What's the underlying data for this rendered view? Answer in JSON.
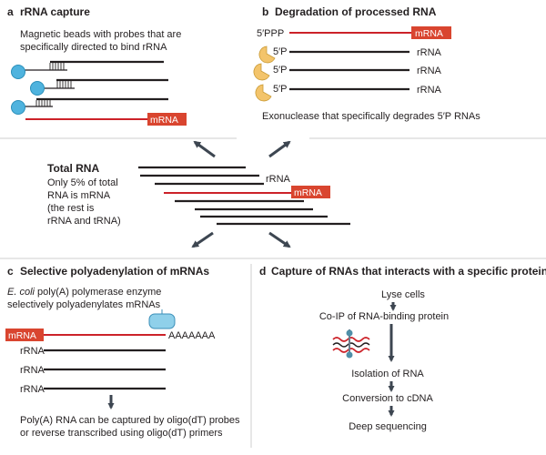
{
  "panel_a": {
    "letter": "a",
    "title": "rRNA capture",
    "caption_line1": "Magnetic beads with probes that are",
    "caption_line2": "specifically directed to bind rRNA",
    "mrna_tag": "mRNA"
  },
  "panel_b": {
    "letter": "b",
    "title": "Degradation of processed RNA",
    "ppp_label": "5′PPP",
    "p_label": "5′P",
    "mrna_tag": "mRNA",
    "rrna_label": "rRNA",
    "caption": "Exonuclease that specifically degrades 5′P RNAs"
  },
  "center": {
    "title": "Total RNA",
    "line1": "Only 5% of total",
    "line2": "RNA is mRNA",
    "line3": "(the rest is",
    "line4": "rRNA and tRNA)",
    "rrna_label": "rRNA",
    "mrna_tag": "mRNA"
  },
  "panel_c": {
    "letter": "c",
    "title": "Selective polyadenylation of mRNAs",
    "enzyme_italic": "E. coli",
    "enzyme_rest": " poly(A) polymerase enzyme",
    "enzyme_line2": "selectively polyadenylates mRNAs",
    "mrna_tag": "mRNA",
    "polya": "AAAAAAA",
    "rrna_label": "rRNA",
    "caption_line1": "Poly(A) RNA can be captured by oligo(dT) probes",
    "caption_line2": "or reverse transcribed using oligo(dT) primers"
  },
  "panel_d": {
    "letter": "d",
    "title": "Capture of RNAs that interacts with a specific protein",
    "steps": [
      "Lyse cells",
      "Co-IP of RNA-binding protein",
      "Isolation of RNA",
      "Conversion to cDNA",
      "Deep sequencing"
    ]
  },
  "colors": {
    "rna_red": "#cc2229",
    "tag_red": "#d9452f",
    "line_black": "#231f20",
    "bead_blue": "#4fb3de",
    "exonuclease_yellow": "#f3c46b",
    "arrow_gray": "#3d4651",
    "separator": "#cfcfcf"
  }
}
